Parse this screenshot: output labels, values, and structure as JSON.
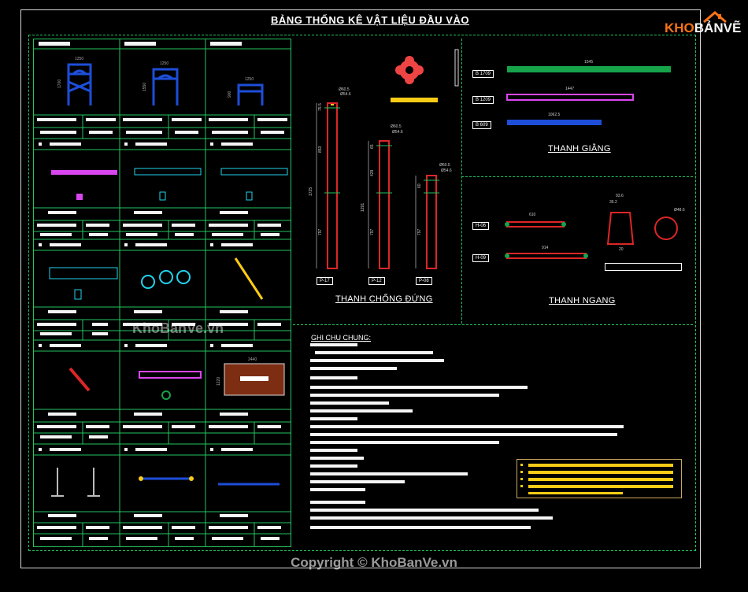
{
  "title": "BẢNG THỐNG KÊ VẬT LIỆU ĐẦU VÀO",
  "sections": {
    "vertical": "THANH CHỐNG ĐỨNG",
    "brace": "THANH GIẰNG",
    "horizontal": "THANH NGANG",
    "notes": "GHI CHU CHUNG:"
  },
  "vertical_posts": [
    {
      "tag": "P-17",
      "height": "1725",
      "parts": [
        "797",
        "853",
        "75.5"
      ],
      "dia": "Ø60.5",
      "thk": "Ø54.6"
    },
    {
      "tag": "P-12",
      "height": "1291",
      "parts": [
        "797",
        "429",
        "65"
      ],
      "dia": "Ø60.5",
      "thk": "Ø54.6"
    },
    {
      "tag": "P-08",
      "height": "",
      "parts": [
        "797",
        "60"
      ],
      "dia": "Ø60.5",
      "thk": "Ø54.6"
    }
  ],
  "braces": [
    {
      "tag": "B 1709",
      "length": "1545"
    },
    {
      "tag": "B 1209",
      "length": "1447"
    },
    {
      "tag": "B 609",
      "length": "1062.5"
    }
  ],
  "horizontals": [
    {
      "tag": "H-06",
      "length": "610"
    },
    {
      "tag": "H-09",
      "length": "914"
    }
  ],
  "frame_dims": [
    {
      "width": "1250",
      "height": "1700"
    },
    {
      "width": "1250",
      "height": "1550"
    },
    {
      "width": "1250",
      "height": "900"
    }
  ],
  "panel_dims": {
    "board_w": "2440",
    "board_h": "1220",
    "clamp": [
      "93.6",
      "36.2",
      "20",
      "Ø48.6"
    ]
  },
  "watermark": "KhoBanVe.vn",
  "copyright": "Copyright © KhoBanVe.vn",
  "logo": {
    "part1": "KHO",
    "part2": "BẢNVẼ"
  },
  "colors": {
    "grid": "#22c55e",
    "frame_blue": "#1d4ed8",
    "magenta": "#d946ef",
    "cyan": "#22d3ee",
    "green_bar": "#16a34a",
    "red": "#dc2626",
    "yellow": "#facc15",
    "logo_orange": "#f97316"
  }
}
